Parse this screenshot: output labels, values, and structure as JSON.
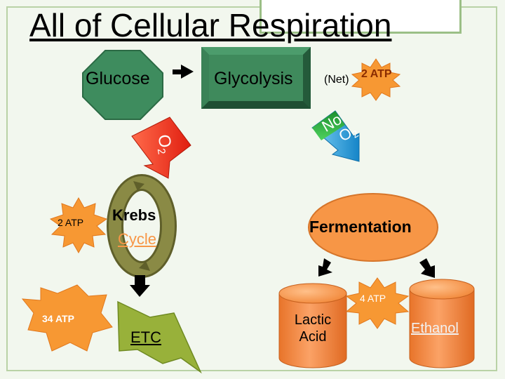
{
  "title": "All of Cellular Respiration",
  "glucose": "Glucose",
  "glycolysis": "Glycolysis",
  "net_label": "(Net)",
  "glycolysis_atp": "2 ATP",
  "oxygen_path": {
    "letter": "O",
    "subscript": "2"
  },
  "no_oxygen_path": {
    "word": "No",
    "letter": "O",
    "subscript": "2"
  },
  "krebs": {
    "line1": "Krebs",
    "line2": "Cycle"
  },
  "krebs_atp": "2 ATP",
  "fermentation": "Fermentation",
  "fermentation_atp": "4 ATP",
  "etc": "ETC",
  "etc_atp": "34 ATP",
  "lactic_acid": {
    "line1": "Lactic",
    "line2": "Acid"
  },
  "ethanol": "Ethanol",
  "colors": {
    "green_box": "#3f8a5c",
    "burst": "#f79833",
    "cylinder": "#f79646",
    "red_arrow": "#ff2a1a",
    "blue_arrow": "#1a9fe0",
    "krebs_ring": "#7d7d3c",
    "etc_bolt": "#98b13a"
  }
}
